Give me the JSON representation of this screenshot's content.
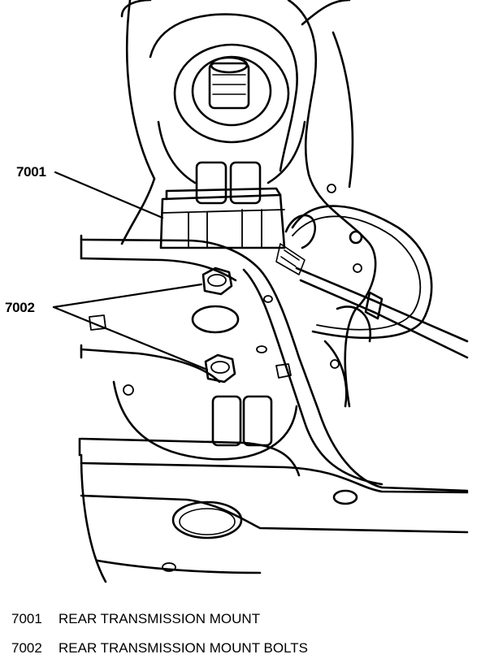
{
  "callouts": [
    {
      "label": "7001"
    },
    {
      "label": "7002"
    }
  ],
  "legend": [
    {
      "number": "7001",
      "text": "REAR TRANSMISSION MOUNT"
    },
    {
      "number": "7002",
      "text": "REAR TRANSMISSION MOUNT BOLTS"
    }
  ]
}
